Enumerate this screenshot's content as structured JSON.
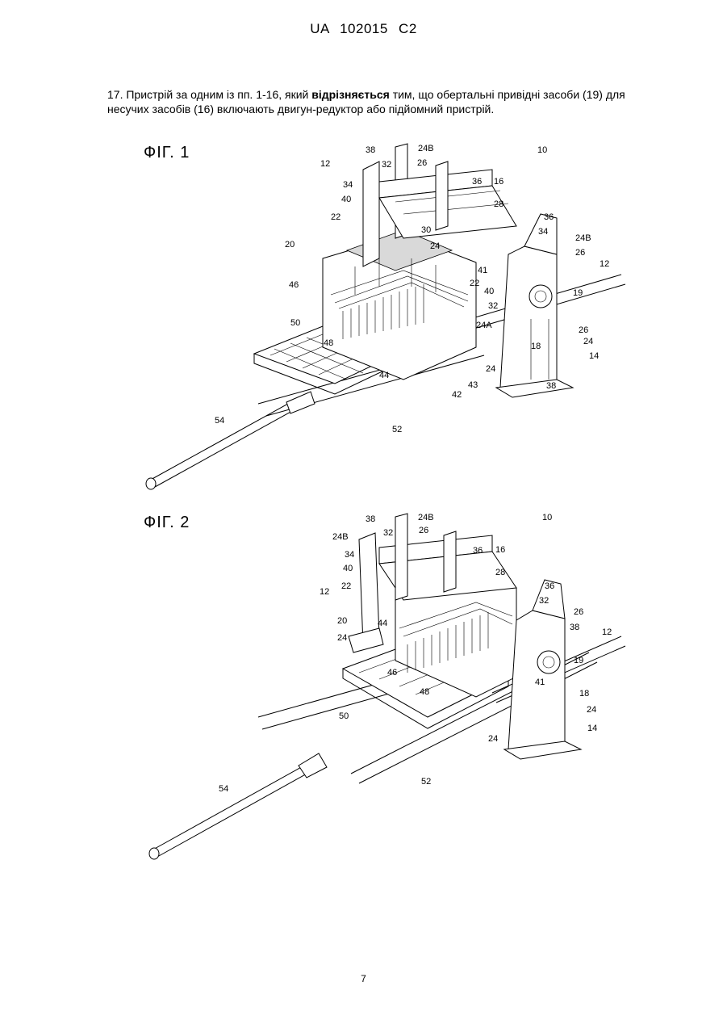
{
  "header": {
    "text": "UA   102015   C2"
  },
  "claim": {
    "before": "17. Пристрій за одним із пп. 1-16, який ",
    "bold": "відрізняється",
    "after": " тим, що обертальні привідні засоби (19) для несучих засобів (16) включають двигун-редуктор або підйомний пристрій."
  },
  "figures": [
    {
      "label": "ФІГ. 1",
      "refs": [
        "38",
        "24B",
        "26",
        "10",
        "12",
        "32",
        "34",
        "36",
        "16",
        "40",
        "28",
        "22",
        "30",
        "36",
        "20",
        "24",
        "34",
        "24B",
        "26",
        "41",
        "12",
        "46",
        "40",
        "22",
        "19",
        "32",
        "50",
        "24A",
        "26",
        "48",
        "18",
        "24",
        "44",
        "43",
        "24",
        "14",
        "42",
        "38",
        "54",
        "52"
      ]
    },
    {
      "label": "ФІГ. 2",
      "refs": [
        "38",
        "24B",
        "26",
        "10",
        "24B",
        "32",
        "36",
        "16",
        "34",
        "40",
        "28",
        "22",
        "36",
        "12",
        "32",
        "26",
        "20",
        "44",
        "38",
        "12",
        "24",
        "19",
        "46",
        "41",
        "48",
        "18",
        "50",
        "24",
        "24",
        "14",
        "54",
        "52"
      ]
    }
  ],
  "page_number": "7"
}
